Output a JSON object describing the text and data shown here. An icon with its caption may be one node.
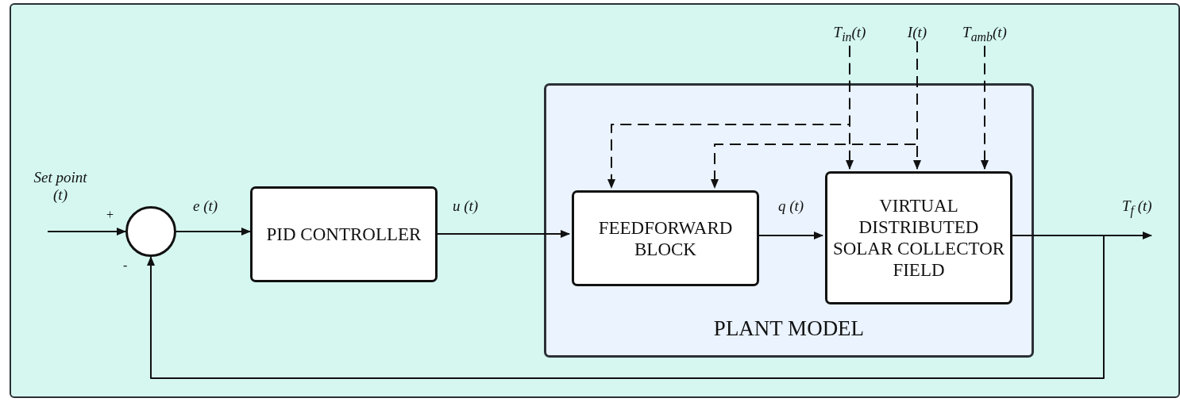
{
  "diagram": {
    "nodes": [
      {
        "text": [],
        "shape": "circle",
        "beside": [
          "+",
          "-"
        ]
      },
      {
        "text": [
          "PID CONTROLLER"
        ]
      },
      {
        "text": [
          "PLANT MODEL"
        ]
      },
      {
        "text": [
          "FEEDFORWARD BLOCK"
        ],
        "in": 2
      },
      {
        "text": [
          "VIRTUAL DISTRIBUTED SOLAR COLLECTOR FIELD"
        ],
        "in": 2
      },
      {
        "text": [
          "T$_{in}$(t)"
        ]
      },
      {
        "text": [
          "I(t)"
        ]
      },
      {
        "text": [
          "T$_{amb}$(t)"
        ]
      }
    ],
    "edges": [
      {
        "from": null,
        "to": 0,
        "arrow": "to",
        "label": "Set point (t)"
      },
      {
        "from": 0,
        "to": 1,
        "arrow": "to",
        "label": "e (t)"
      },
      {
        "from": 1,
        "to": 3,
        "arrow": "to",
        "label": "u (t)"
      },
      {
        "from": 3,
        "to": 4,
        "arrow": "to",
        "label": "q (t)"
      },
      {
        "from": 4,
        "to": null,
        "arrow": "to",
        "label": "T$_{f}$ (t)"
      },
      {
        "from": 4,
        "to": 0,
        "arrow": "to"
      },
      {
        "from": 5,
        "to": 4,
        "arrow": "to",
        "style": "dashed"
      },
      {
        "from": 6,
        "to": 4,
        "arrow": "to",
        "style": "dashed"
      },
      {
        "from": 7,
        "to": 4,
        "arrow": "to",
        "style": "dashed"
      },
      {
        "from": 5,
        "to": 3,
        "arrow": "to",
        "style": "dashed"
      },
      {
        "from": 6,
        "to": 3,
        "arrow": "to",
        "style": "dashed"
      }
    ]
  }
}
